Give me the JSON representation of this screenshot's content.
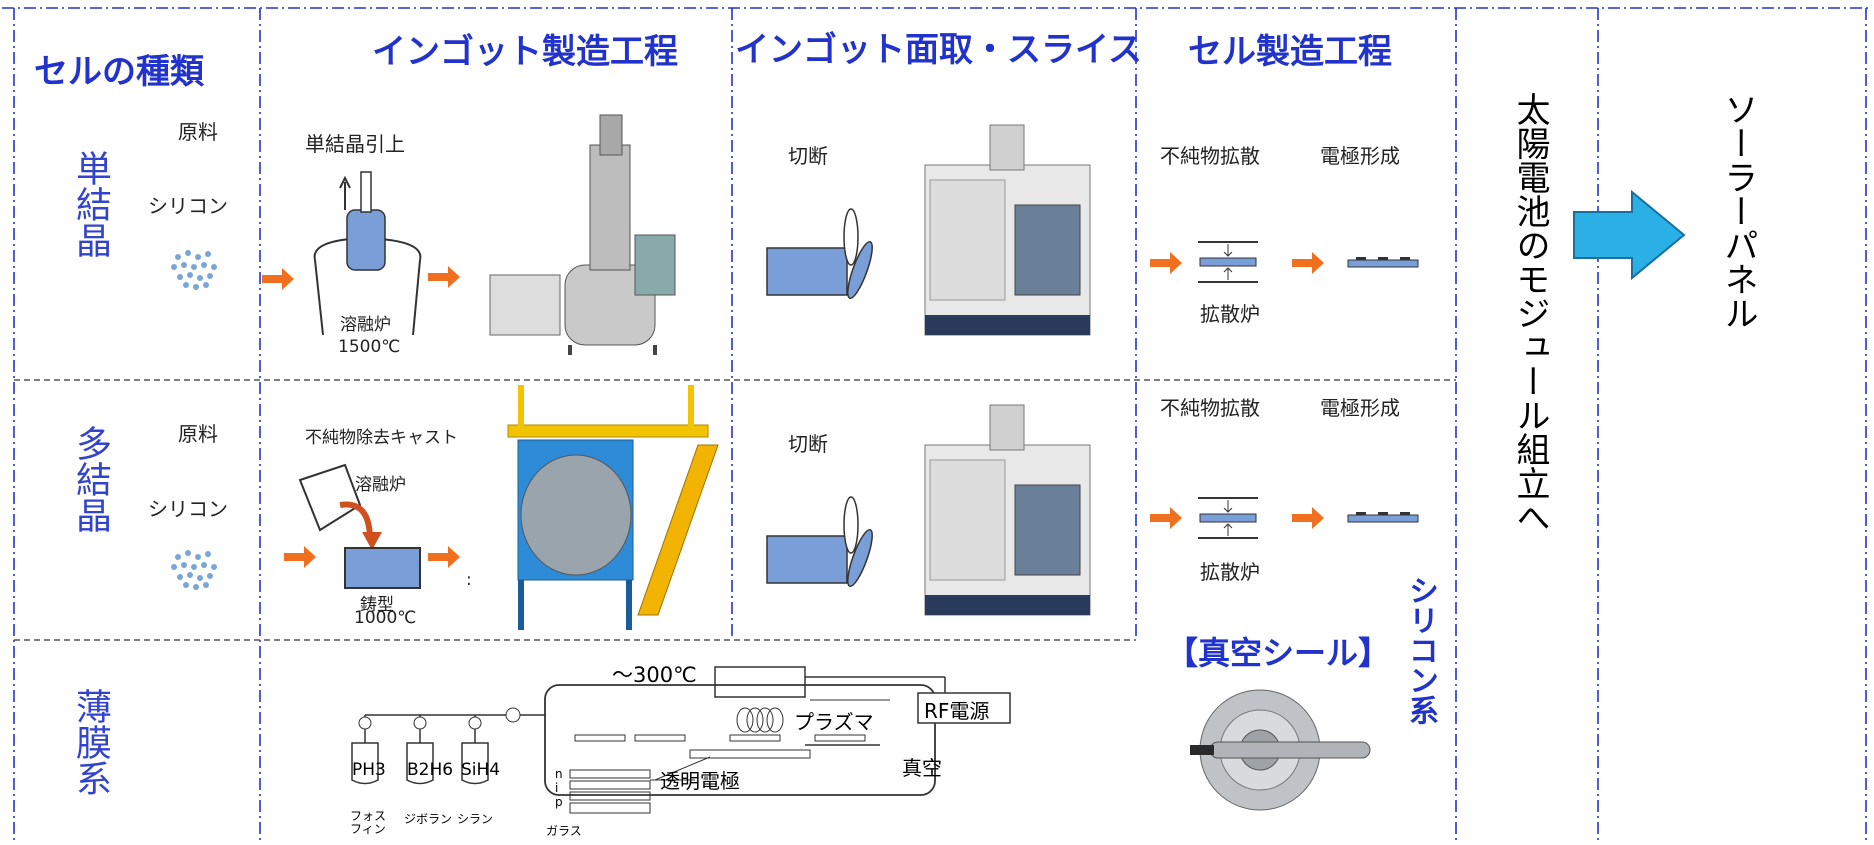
{
  "headers": {
    "cell_types": "セルの種類",
    "ingot_process": "インゴット製造工程",
    "ingot_slice": "インゴット面取・スライス",
    "cell_process": "セル製造工程"
  },
  "types": {
    "mono": "単結晶",
    "multi": "多結晶",
    "thin": "薄膜系"
  },
  "mono": {
    "raw_label": "原料",
    "raw_material": "シリコン",
    "pull_label": "単結晶引上",
    "furnace_label": "溶融炉",
    "furnace_temp": "1500℃",
    "cut_label": "切断",
    "diffusion_label": "不純物拡散",
    "electrode_label": "電極形成",
    "diffusion_furnace": "拡散炉"
  },
  "multi": {
    "raw_label": "原料",
    "raw_material": "シリコン",
    "cast_label": "不純物除去キャスト",
    "furnace_label": "溶融炉",
    "mold_label": "鋳型",
    "mold_temp": "1000℃",
    "colon": ":",
    "cut_label": "切断",
    "diffusion_label": "不純物拡散",
    "electrode_label": "電極形成",
    "diffusion_furnace": "拡散炉"
  },
  "thin": {
    "temp": "～300℃",
    "rf": "RF電源",
    "plasma": "プラズマ",
    "vacuum": "真空",
    "transparent_electrode": "透明電極",
    "gases": [
      "PH3",
      "B2H6",
      "SiH4"
    ],
    "gas_names": [
      "フォスフィン",
      "ジボラン",
      "シラン"
    ],
    "glass": "ガラス",
    "nip": [
      "n",
      "i",
      "p"
    ]
  },
  "vacuum_seal": "【真空シール】",
  "silicon_family": "シリコン系",
  "module_assembly": "太陽電池のモジュール組立へ",
  "solar_panel": "ソーラーパネル",
  "colors": {
    "header_blue": "#2233cc",
    "arrow_orange": "#f07020",
    "big_arrow": "#2bb0e6",
    "silicon_dot": "#7aa6d6",
    "ingot_fill": "#7a9fd8"
  }
}
